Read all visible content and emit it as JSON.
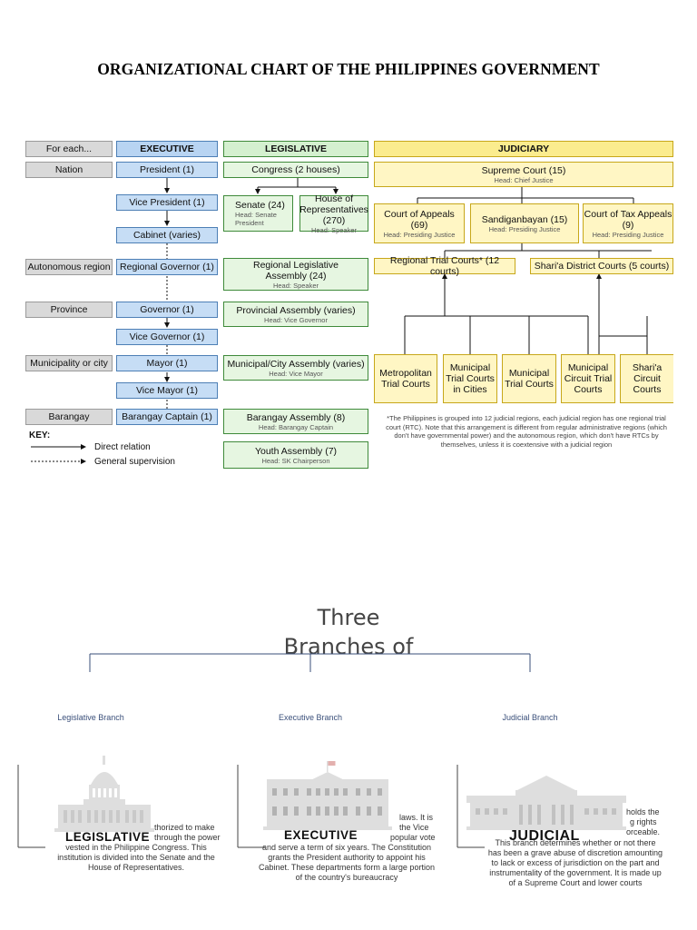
{
  "page_title": "ORGANIZATIONAL CHART OF THE PHILIPPINES GOVERNMENT",
  "org_chart": {
    "row_headers": [
      "For each...",
      "Nation",
      "Autonomous region",
      "Province",
      "Municipality or city",
      "Barangay"
    ],
    "column_headers": {
      "executive": "EXECUTIVE",
      "legislative": "LEGISLATIVE",
      "judiciary": "JUDICIARY"
    },
    "executive": [
      "President (1)",
      "Vice President (1)",
      "Cabinet (varies)",
      "Regional Governor (1)",
      "Governor (1)",
      "Vice Governor (1)",
      "Mayor (1)",
      "Vice Mayor (1)",
      "Barangay Captain (1)"
    ],
    "legislative": [
      {
        "name": "Congress (2 houses)",
        "head": ""
      },
      {
        "name": "Senate (24)",
        "head": "Head: Senate President"
      },
      {
        "name": "House of Representatives (270)",
        "head": "Head: Speaker"
      },
      {
        "name": "Regional Legislative Assembly (24)",
        "head": "Head: Speaker"
      },
      {
        "name": "Provincial Assembly (varies)",
        "head": "Head: Vice Governor"
      },
      {
        "name": "Municipal/City Assembly (varies)",
        "head": "Head: Vice Mayor"
      },
      {
        "name": "Barangay Assembly (8)",
        "head": "Head: Barangay Captain"
      },
      {
        "name": "Youth Assembly (7)",
        "head": "Head: SK Chairperson"
      }
    ],
    "judiciary": [
      {
        "name": "Supreme Court (15)",
        "head": "Head: Chief Justice"
      },
      {
        "name": "Court of Appeals (69)",
        "head": "Head: Presiding Justice"
      },
      {
        "name": "Sandiganbayan (15)",
        "head": "Head: Presiding Justice"
      },
      {
        "name": "Court of Tax Appeals (9)",
        "head": "Head: Presiding Justice"
      },
      {
        "name": "Regional Trial Courts* (12 courts)",
        "head": ""
      },
      {
        "name": "Shari'a District Courts (5 courts)",
        "head": ""
      },
      {
        "name": "Metropolitan Trial Courts",
        "head": ""
      },
      {
        "name": "Municipal Trial Courts in Cities",
        "head": ""
      },
      {
        "name": "Municipal Trial Courts",
        "head": ""
      },
      {
        "name": "Municipal Circuit Trial Courts",
        "head": ""
      },
      {
        "name": "Shari'a Circuit Courts",
        "head": ""
      }
    ],
    "footnote": "*The Philippines is grouped into 12 judicial regions, each judicial region has one regional trial court (RTC). Note that this arrangement is different from regular administrative regions (which don't have governmental power) and the autonomous region, which don't have RTCs by themselves, unless it is coextensive with a judicial region",
    "key": {
      "title": "KEY:",
      "direct": "Direct relation",
      "general": "General supervision"
    }
  },
  "branches": {
    "title": "Three Branches of",
    "labels": [
      "Legislative Branch",
      "Executive Branch",
      "Judicial Branch"
    ],
    "legislative": {
      "name": "LEGISLATIVE",
      "desc_line1": "thorized to make",
      "desc_line2": "through the power",
      "desc_line3": "vested in the Philippine Congress. This",
      "desc_line4": "institution is divided into the Senate and the",
      "desc_line5": "House of Representatives."
    },
    "executive": {
      "name": "EXECUTIVE",
      "desc_line1": "laws. It is",
      "desc_line2": "the Vice",
      "desc_line3": "popular vote",
      "desc_line4": "and serve a term of six years. The Constitution",
      "desc_line5": "grants the President authority to appoint his",
      "desc_line6": "Cabinet. These departments form a large portion",
      "desc_line7": "of the country's bureaucracy"
    },
    "judicial": {
      "name": "JUDICIAL",
      "desc_line1": "holds the",
      "desc_line2": "g rights",
      "desc_line3": "orceable.",
      "desc_line4": "This branch determines whether or not there",
      "desc_line5": "has been a grave abuse of discretion amounting",
      "desc_line6": "to lack or excess of jurisdiction on the part and",
      "desc_line7": "instrumentality of the government. It is made up",
      "desc_line8": "of a Supreme Court and lower courts"
    }
  }
}
